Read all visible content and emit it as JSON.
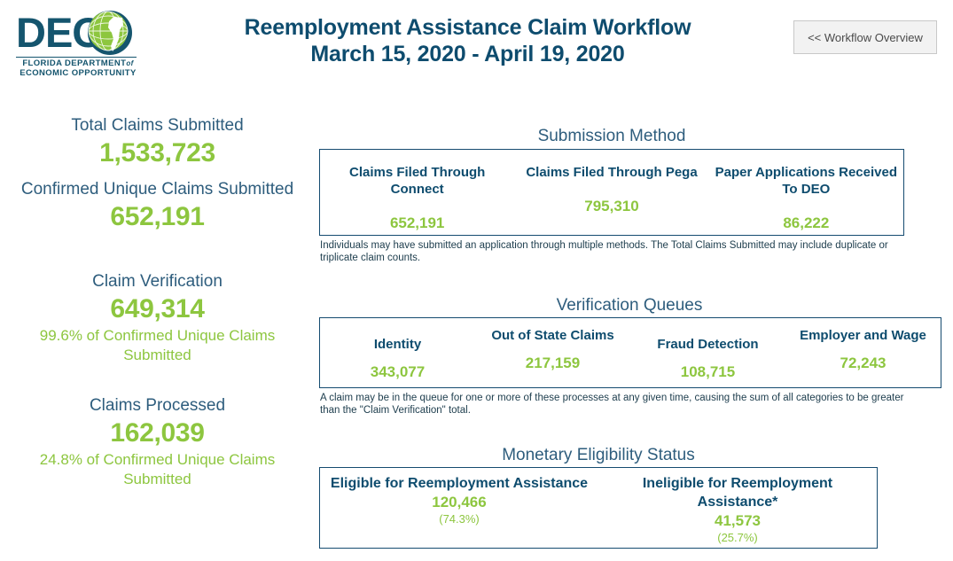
{
  "header": {
    "logo": {
      "wordmark": "DEO",
      "line1": "FLORIDA DEPARTMENT",
      "of": "of",
      "line2": "ECONOMIC OPPORTUNITY"
    },
    "title_line1": "Reemployment Assistance Claim Workflow",
    "title_line2": "March 15, 2020 - April 19, 2020",
    "overview_button": "<< Workflow Overview"
  },
  "left_column": {
    "stats": [
      {
        "label": "Total Claims Submitted",
        "value": "1,533,723",
        "note": ""
      },
      {
        "label": "Confirmed Unique Claims Submitted",
        "value": "652,191",
        "note": ""
      },
      {
        "label": "Claim Verification",
        "value": "649,314",
        "note": "99.6% of Confirmed Unique Claims Submitted"
      },
      {
        "label": "Claims Processed",
        "value": "162,039",
        "note": "24.8% of Confirmed Unique Claims Submitted"
      }
    ]
  },
  "panels": {
    "submission_method": {
      "heading": "Submission Method",
      "columns": [
        {
          "label": "Claims Filed Through Connect",
          "value": "652,191"
        },
        {
          "label": "Claims Filed Through Pega",
          "value": "795,310"
        },
        {
          "label": "Paper Applications Received To DEO",
          "value": "86,222"
        }
      ],
      "footnote": "Individuals may have submitted an application through multiple methods. The Total Claims Submitted may include duplicate or triplicate claim counts."
    },
    "verification_queues": {
      "heading": "Verification Queues",
      "columns": [
        {
          "label": "Identity",
          "value": "343,077"
        },
        {
          "label": "Out of State Claims",
          "value": "217,159"
        },
        {
          "label": "Fraud Detection",
          "value": "108,715"
        },
        {
          "label": "Employer and Wage",
          "value": "72,243"
        }
      ],
      "footnote": "A claim may be in the queue for one or more of these processes at any given time, causing the sum of all categories to be greater than the \"Claim Verification\" total."
    },
    "monetary_eligibility": {
      "heading": "Monetary Eligibility Status",
      "columns": [
        {
          "label": "Eligible for Reemployment Assistance",
          "value": "120,466",
          "percent": "(74.3%)"
        },
        {
          "label": "Ineligible for Reemployment Assistance*",
          "value": "41,573",
          "percent": "(25.7%)"
        }
      ]
    }
  },
  "colors": {
    "navy": "#0E4C6E",
    "slate": "#2E5D7D",
    "green": "#8DC63F",
    "border": "#154B70"
  }
}
